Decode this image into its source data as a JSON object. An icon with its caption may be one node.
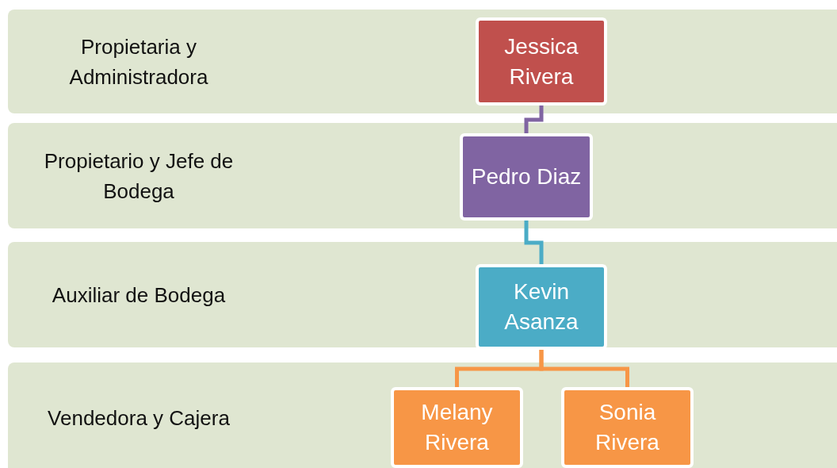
{
  "diagram": {
    "nodes": [
      {
        "text": [
          "Propietaria y Administradora"
        ]
      },
      {
        "text": [
          "Jessica Rivera"
        ],
        "in": 0
      },
      {
        "text": [
          "Propietario y Jefe de Bodega"
        ]
      },
      {
        "text": [
          "Pedro Diaz"
        ],
        "in": 2
      },
      {
        "text": [
          "Auxiliar de Bodega"
        ]
      },
      {
        "text": [
          "Kevin Asanza"
        ],
        "in": 4
      },
      {
        "text": [
          "Vendedora y Cajera"
        ]
      },
      {
        "text": [
          "Melany Rivera"
        ],
        "in": 6
      },
      {
        "text": [
          "Sonia Rivera"
        ],
        "in": 6
      }
    ],
    "edges": [
      {
        "from": 1,
        "to": 3,
        "arrow": "none",
        "color": "#8064a2"
      },
      {
        "from": 3,
        "to": 5,
        "arrow": "none",
        "color": "#4bacc6"
      },
      {
        "from": 5,
        "to": 7,
        "arrow": "none",
        "color": "#f79646"
      },
      {
        "from": 5,
        "to": 8,
        "arrow": "none",
        "color": "#f79646"
      }
    ]
  }
}
